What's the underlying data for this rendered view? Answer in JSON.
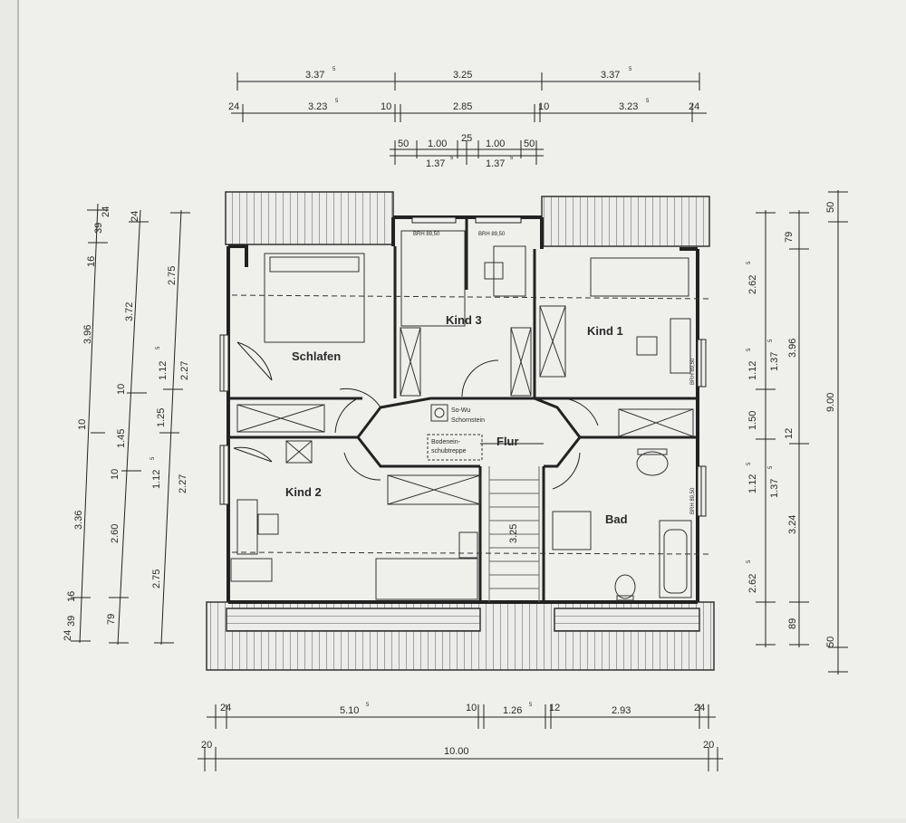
{
  "rooms": {
    "schlafen": "Schlafen",
    "kind1": "Kind 1",
    "kind2": "Kind 2",
    "kind3": "Kind 3",
    "flur": "Flur",
    "bad": "Bad"
  },
  "annotations": {
    "chimney_line1": "So-Wu",
    "chimney_line2": "Schornstein",
    "attic_line1": "Bodenein-",
    "attic_line2": "schubtreppe",
    "window_label": "BRH 89,50",
    "stair_dim": "3.25"
  },
  "dims_top": {
    "row1": [
      "3.37",
      "3.25",
      "3.37"
    ],
    "row1_sup": [
      "5",
      "",
      "5"
    ],
    "row2": [
      "24",
      "3.23",
      "10",
      "2.85",
      "10",
      "3.23",
      "24"
    ],
    "row2_sup": [
      "",
      "5",
      "",
      "",
      "",
      "5",
      ""
    ],
    "row3a": [
      "50",
      "1.00",
      "25",
      "1.00",
      "50"
    ],
    "row3b": [
      "1.37",
      "1.37"
    ],
    "row3b_sup": [
      "5",
      "5"
    ]
  },
  "dims_left": {
    "outer": [
      "24",
      "39",
      "16",
      "3.96",
      "10",
      "3.36",
      "16",
      "39",
      "24"
    ],
    "mid": [
      "24",
      "3.72",
      "10",
      "1.45",
      "10",
      "2.60",
      "79"
    ],
    "inner": [
      "2.75",
      "1.12",
      "1.25",
      "1.12",
      "2.75"
    ],
    "inner_sup": [
      "",
      "5",
      "",
      "5",
      ""
    ],
    "inner2": [
      "2.27",
      "2.27"
    ]
  },
  "dims_right": {
    "c1": [
      "2.62",
      "1.12",
      "1.50",
      "1.12",
      "2.62"
    ],
    "c1_sup": [
      "5",
      "5",
      "",
      "5",
      "5"
    ],
    "c2": [
      "79",
      "1.37",
      "3.96",
      "12",
      "1.37",
      "3.24",
      "89"
    ],
    "c2_sup": [
      "",
      "5",
      "",
      "",
      "5",
      "",
      ""
    ],
    "c3": [
      "50",
      "9.00",
      "50"
    ]
  },
  "dims_bottom": {
    "row1": [
      "24",
      "5.10",
      "10",
      "1.26",
      "12",
      "2.93",
      "24"
    ],
    "row1_sup": [
      "",
      "5",
      "",
      "5",
      "",
      "",
      ""
    ],
    "row2": [
      "20",
      "10.00",
      "20"
    ]
  }
}
